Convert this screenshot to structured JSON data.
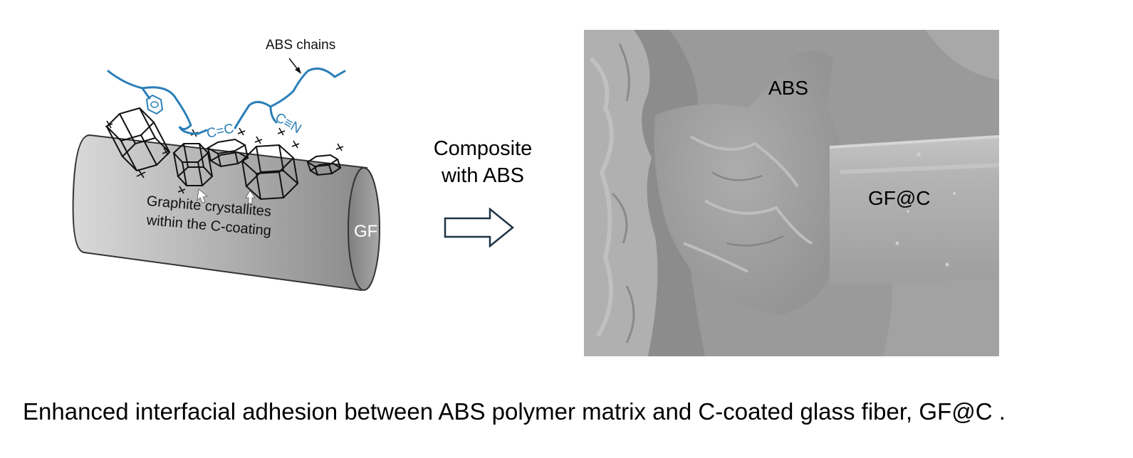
{
  "schematic": {
    "chain_label": "ABS chains",
    "double_bond": "C=C",
    "triple_bond": "C≡N",
    "crystallite_label_line1": "Graphite crystallites",
    "crystallite_label_line2": "within the C-coating",
    "fiber_label": "GF"
  },
  "transition": {
    "line1": "Composite",
    "line2": "with ABS"
  },
  "micrograph": {
    "matrix_label": "ABS",
    "fiber_label": "GF@C"
  },
  "caption": "Enhanced interfacial adhesion between ABS polymer matrix and C-coated glass fiber, GF@C .",
  "colors": {
    "chain": "#2a7fb8",
    "fiber_light": "#dcdcdc",
    "fiber_dark": "#8c8c8c",
    "arrow_stroke": "#1f3344",
    "sem_gray": "#9a9a9a"
  }
}
